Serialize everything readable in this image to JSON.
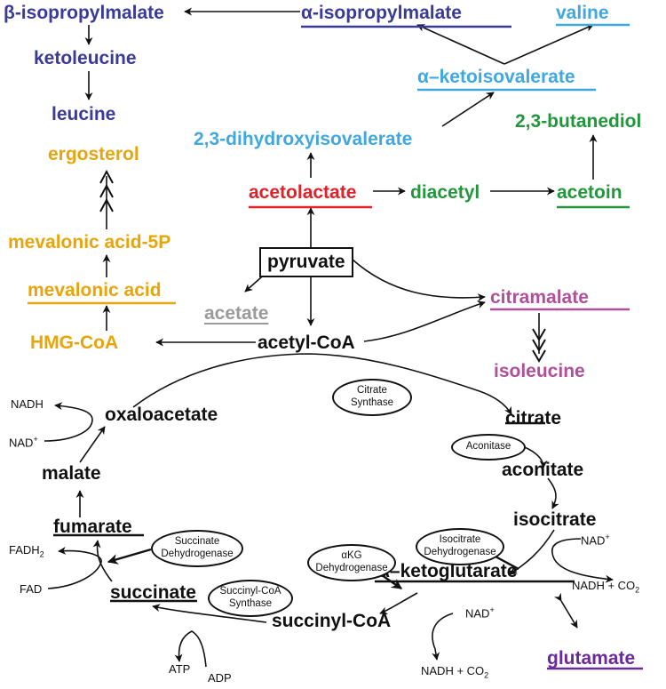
{
  "colors": {
    "leucine_pathway": "#3a3a9a",
    "valine_pathway": "#40a8e0",
    "butanediol_pathway": "#22963a",
    "sterol_pathway": "#e8a50b",
    "acetate": "#9a9a9a",
    "isoleucine_pathway": "#b0509a",
    "acetolactate": "#e0212a",
    "glutamate": "#6a2a9a",
    "tca": "#111111"
  },
  "metabolites": {
    "beta_isopropylmalate": "β-isopropylmalate",
    "alpha_isopropylmalate": "α-isopropylmalate",
    "valine": "valine",
    "ketoleucine": "ketoleucine",
    "alpha_ketoisovalerate": "α–ketoisovalerate",
    "leucine": "leucine",
    "butanediol": "2,3-butanediol",
    "dihydroxyisovalerate": "2,3-dihydroxyisovalerate",
    "ergosterol": "ergosterol",
    "acetolactate": "acetolactate",
    "diacetyl": "diacetyl",
    "acetoin": "acetoin",
    "mevalonic_acid_5p": "mevalonic acid-5P",
    "pyruvate": "pyruvate",
    "mevalonic_acid": "mevalonic acid",
    "acetate": "acetate",
    "citramalate": "citramalate",
    "hmg_coa": "HMG-CoA",
    "acetyl_coa": "acetyl-CoA",
    "isoleucine": "isoleucine",
    "oxaloacetate": "oxaloacetate",
    "citrate": "citrate",
    "malate": "malate",
    "aconitate": "aconitate",
    "isocitrate": "isocitrate",
    "fumarate": "fumarate",
    "succinate": "succinate",
    "alpha_ketoglutarate": "α–ketoglutarate",
    "succinyl_coa": "succinyl-CoA",
    "glutamate": "glutamate"
  },
  "cofactors": {
    "nadh_top": "NADH",
    "nad_top": "NAD",
    "nad_top_sup": "+",
    "fadh2": "FADH",
    "fadh2_sub": "2",
    "fad": "FAD",
    "nad_isocitrate": "NAD",
    "nad_isocitrate_sup": "+",
    "nadh_co2_isocitrate": "NADH + CO",
    "nadh_co2_isocitrate_sub": "2",
    "nad_akg": "NAD",
    "nad_akg_sup": "+",
    "nadh_co2_akg": "NADH + CO",
    "nadh_co2_akg_sub": "2",
    "atp": "ATP",
    "adp": "ADP"
  },
  "enzymes": {
    "citrate_synthase": [
      "Citrate",
      "Synthase"
    ],
    "aconitase": [
      "Aconitase"
    ],
    "isocitrate_dh": [
      "Isocitrate",
      "Dehydrogenase"
    ],
    "akg_dh": [
      "αKG",
      "Dehydrogenase"
    ],
    "succinyl_coa_synthase": [
      "Succinyl-CoA",
      "Synthase"
    ],
    "succinate_dh": [
      "Succinate",
      "Dehydrogenase"
    ]
  }
}
